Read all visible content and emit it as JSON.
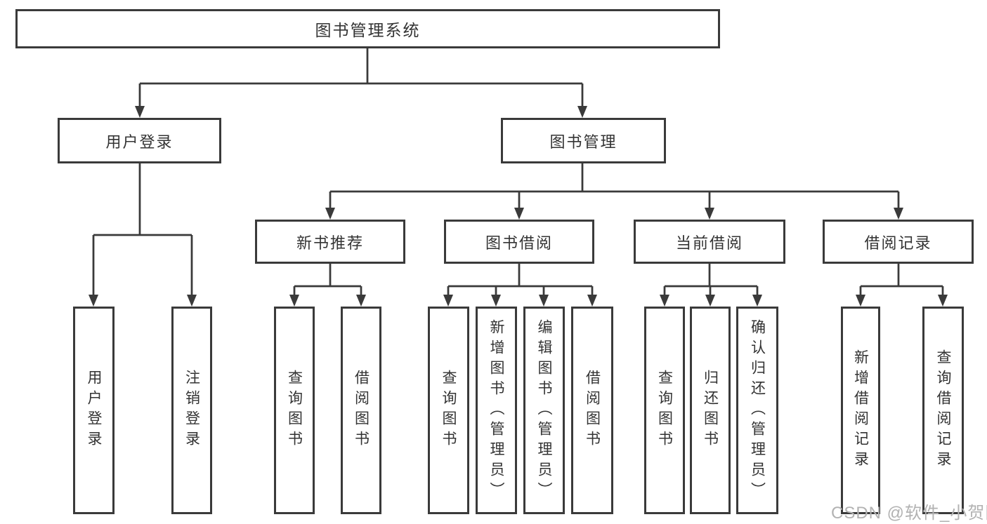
{
  "diagram": {
    "root": {
      "label": "图书管理系统"
    },
    "branches": [
      {
        "label": "用户登录",
        "children": [
          {
            "label": "用户登录"
          },
          {
            "label": "注销登录"
          }
        ]
      },
      {
        "label": "图书管理",
        "children": [
          {
            "label": "新书推荐",
            "children": [
              {
                "label": "查询图书"
              },
              {
                "label": "借阅图书"
              }
            ]
          },
          {
            "label": "图书借阅",
            "children": [
              {
                "label": "查询图书"
              },
              {
                "label": "新增图书（管理员）"
              },
              {
                "label": "编辑图书（管理员）"
              },
              {
                "label": "借阅图书"
              }
            ]
          },
          {
            "label": "当前借阅",
            "children": [
              {
                "label": "查询图书"
              },
              {
                "label": "归还图书"
              },
              {
                "label": "确认归还（管理员）"
              }
            ]
          },
          {
            "label": "借阅记录",
            "children": [
              {
                "label": "新增借阅记录"
              },
              {
                "label": "查询借阅记录"
              }
            ]
          }
        ]
      }
    ],
    "watermark": "CSDN @软件_小贺同学",
    "colors": {
      "line": "#3a3a3a",
      "text": "#333333",
      "box_background": "#ffffff",
      "watermark": "#b2b2b2"
    }
  }
}
